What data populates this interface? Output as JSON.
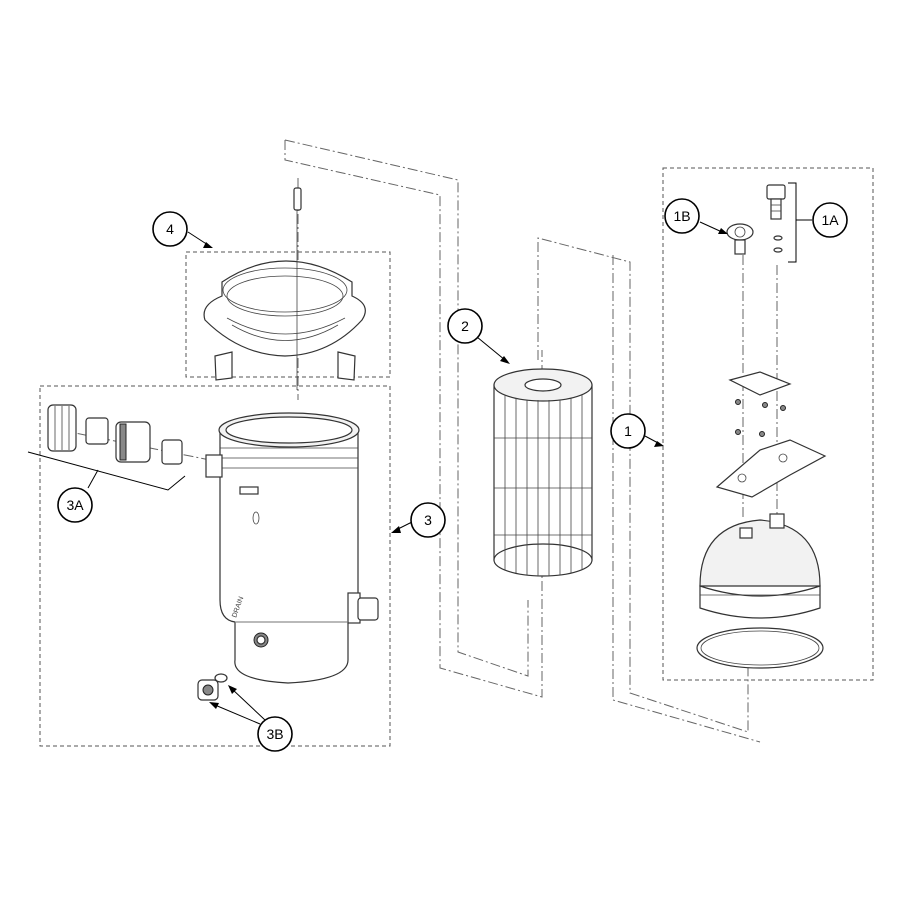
{
  "callouts": {
    "c1": "1",
    "c1a": "1A",
    "c1b": "1B",
    "c2": "2",
    "c3": "3",
    "c3a": "3A",
    "c3b": "3B",
    "c4": "4"
  },
  "embossed": {
    "drain": "DRAIN"
  }
}
